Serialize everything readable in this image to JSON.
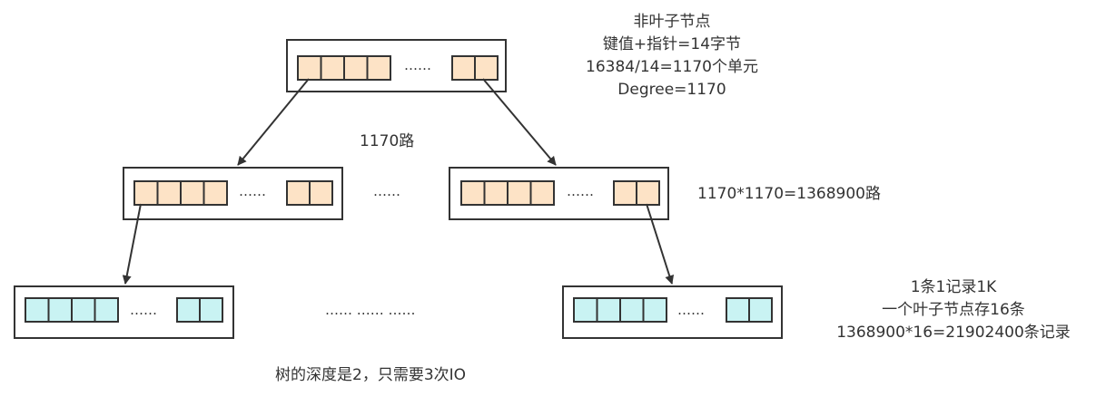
{
  "colors": {
    "internal_cell": "#fde3c6",
    "leaf_cell": "#c9f3f3",
    "stroke": "#333333"
  },
  "internal_info": {
    "lines": [
      "非叶子节点",
      "键值+指针=14字节",
      "16384/14=1170个单元",
      "Degree=1170"
    ]
  },
  "level1_label": "1170路",
  "level2_label": "1170*1170=1368900路",
  "leaf_info": {
    "lines": [
      "1条1记录1K",
      "一个叶子节点存16条",
      "1368900*16=21902400条记录"
    ]
  },
  "ellipsis": "……",
  "leaf_ellipsis": "…… …… ……",
  "footer": "树的深度是2，只需要3次IO"
}
